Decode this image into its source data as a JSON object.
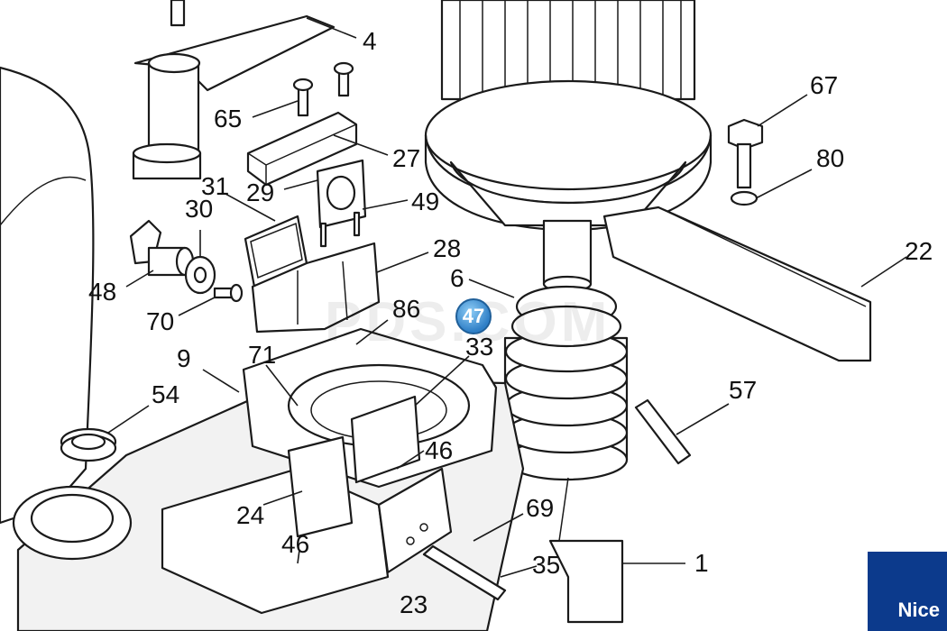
{
  "callouts": {
    "c4": "4",
    "c65": "65",
    "c27": "27",
    "c31": "31",
    "c30": "30",
    "c29": "29",
    "c49": "49",
    "c48": "48",
    "c28": "28",
    "c6": "6",
    "c70": "70",
    "c86": "86",
    "c33": "33",
    "c9": "9",
    "c71": "71",
    "c54": "54",
    "c46a": "46",
    "c46b": "46",
    "c24": "24",
    "c69": "69",
    "c35": "35",
    "c1": "1",
    "c23": "23",
    "c57": "57",
    "c22": "22",
    "c67": "67",
    "c80": "80"
  },
  "highlight": {
    "label": "47",
    "color": "#2f7fc6"
  },
  "watermark": "PDS.COM",
  "brand": {
    "name": "Nice",
    "color": "#0c3a8c"
  }
}
